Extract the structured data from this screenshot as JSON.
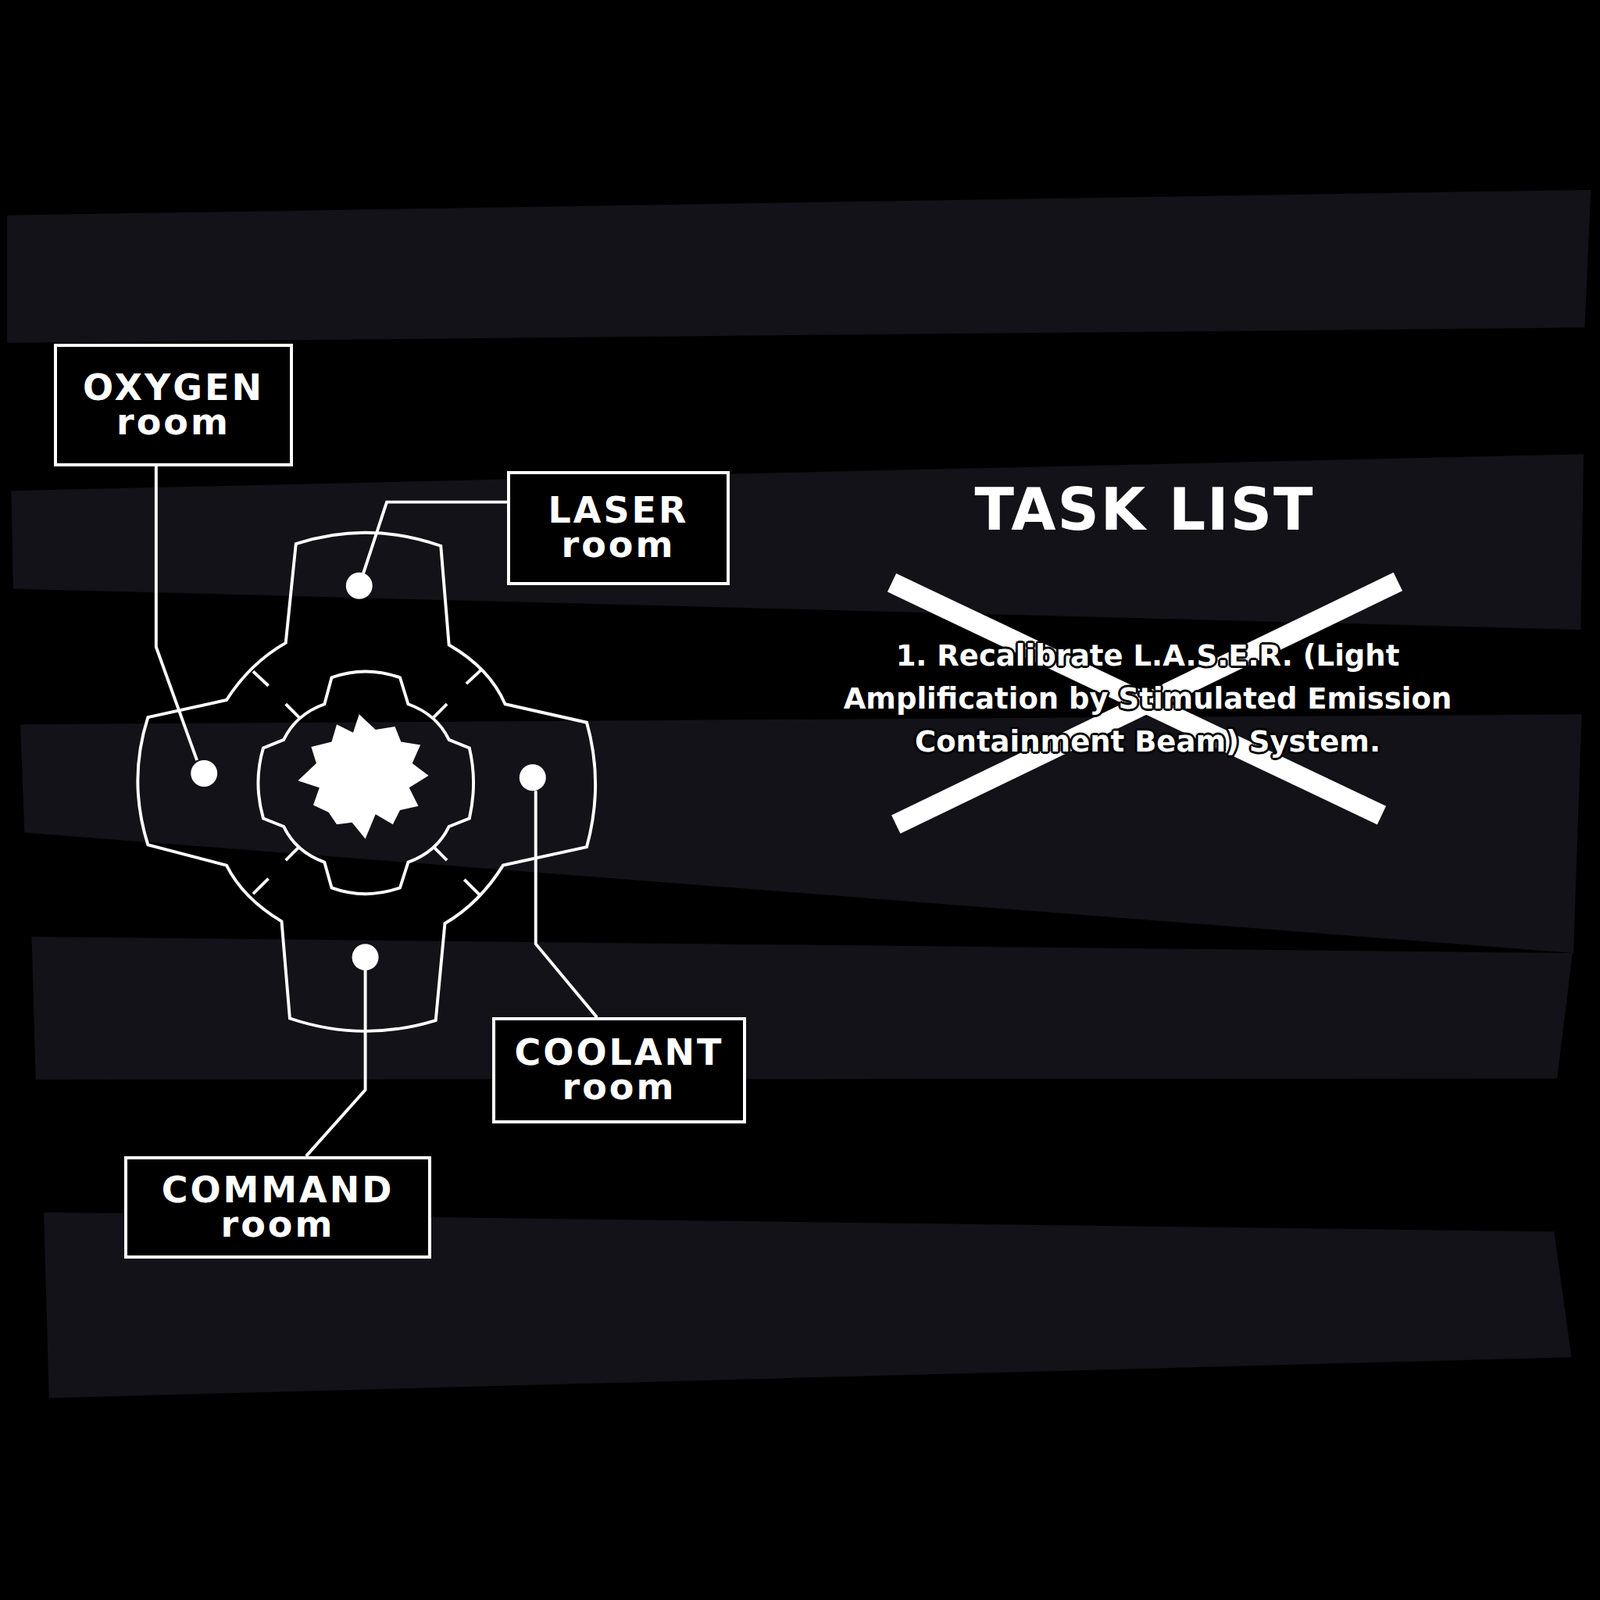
{
  "diagram": {
    "title": "TASK LIST",
    "nodes": [
      {
        "text": [
          "OXYGEN",
          "room"
        ]
      },
      {
        "text": [
          "LASER",
          "room"
        ]
      },
      {
        "text": [
          "COOLANT",
          "room"
        ]
      },
      {
        "text": [
          "COMMAND",
          "room"
        ]
      }
    ],
    "labels": [
      "1. Recalibrate L.A.S.E.R. (Light Amplification by Stimulated Emission Containment Beam) System."
    ]
  }
}
